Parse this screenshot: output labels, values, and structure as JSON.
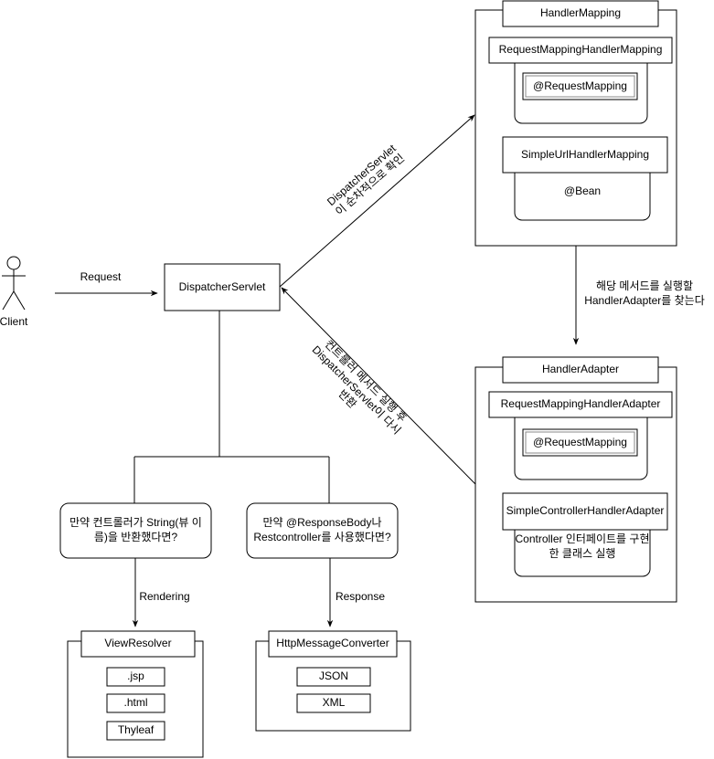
{
  "client": {
    "label": "Client"
  },
  "edges": {
    "request": "Request",
    "dispatcher_check_line1": "DispatcherServlet",
    "dispatcher_check_line2": "이 순차적으로 확인",
    "find_adapter_line1": "해당 메서드를 실행할",
    "find_adapter_line2": "HandlerAdapter를 찾는다",
    "return_line1": "컨트롤러 메서드 실행 후",
    "return_line2": "DispatcherServlet이 다시",
    "return_line3": "반환",
    "rendering": "Rendering",
    "response": "Response"
  },
  "dispatcher": {
    "label": "DispatcherServlet"
  },
  "handler_mapping": {
    "title": "HandlerMapping",
    "request_mapping": {
      "title": "RequestMappingHandlerMapping",
      "item": "@RequestMapping"
    },
    "simple_url": {
      "title": "SimpleUrlHandlerMapping",
      "item": "@Bean"
    }
  },
  "handler_adapter": {
    "title": "HandlerAdapter",
    "request_mapping": {
      "title": "RequestMappingHandlerAdapter",
      "item": "@RequestMapping"
    },
    "simple_controller": {
      "title": "SimpleControllerHandlerAdapter",
      "item": "Controller 인터페이트를 구현한 클래스 실행"
    }
  },
  "decisions": {
    "string": "만약 컨트롤러가 String(뷰 이름)을 반환했다면?",
    "response_body": "만약 @ResponseBody나 Restcontroller를 사용했다면?"
  },
  "view_resolver": {
    "title": "ViewResolver",
    "items": [
      ".jsp",
      ".html",
      "Thyleaf"
    ]
  },
  "message_converter": {
    "title": "HttpMessageConverter",
    "items": [
      "JSON",
      "XML"
    ]
  }
}
